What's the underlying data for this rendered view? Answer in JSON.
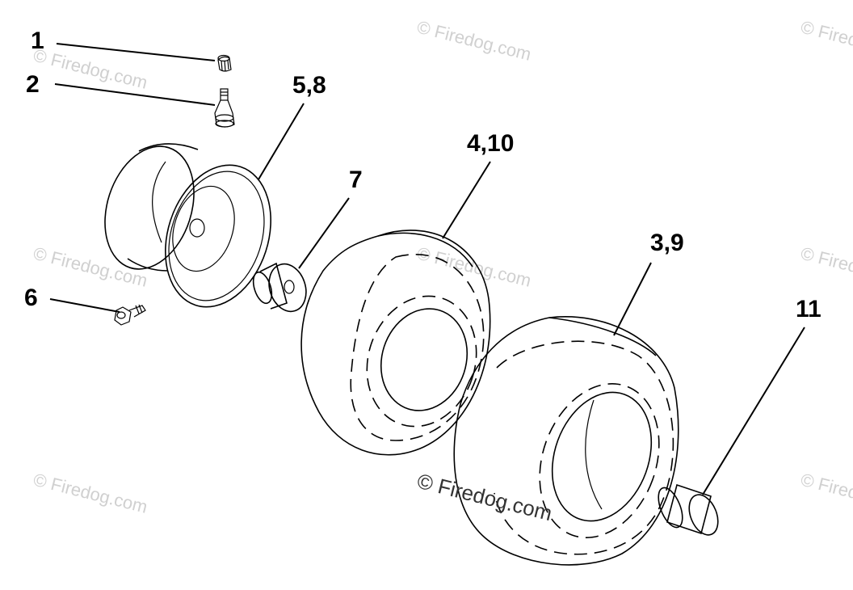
{
  "callouts": {
    "c1": "1",
    "c2": "2",
    "c58": "5,8",
    "c7": "7",
    "c6": "6",
    "c410": "4,10",
    "c39": "3,9",
    "c11": "11"
  },
  "watermark": {
    "main": "© Firedog.com",
    "tile": "© Firedog.com"
  }
}
